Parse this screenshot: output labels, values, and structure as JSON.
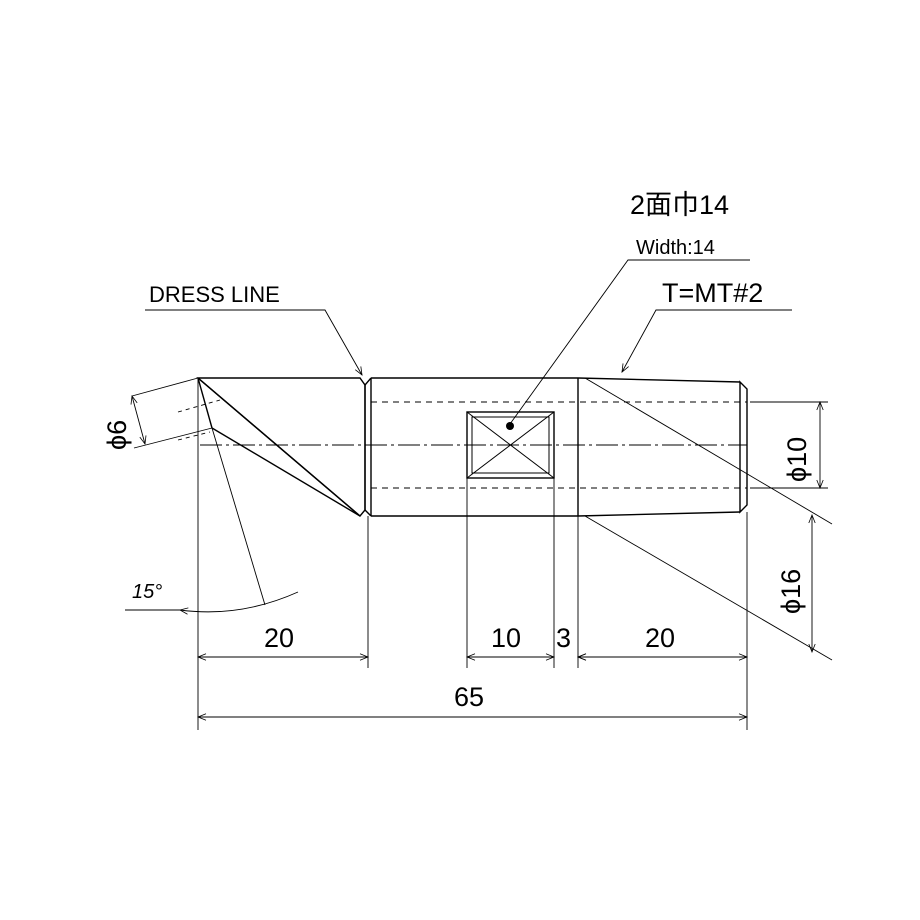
{
  "labels": {
    "dress_line": "DRESS LINE",
    "flats_jp": "2面巾14",
    "flats_en": "Width:14",
    "taper": "T=MT#2",
    "dia_tip": "ϕ6",
    "dia_shank": "ϕ10",
    "dia_taper": "ϕ16",
    "angle": "15°"
  },
  "dimensions": {
    "tip_length": "20",
    "flat_length": "10",
    "gap": "3",
    "taper_length": "20",
    "overall_length": "65"
  }
}
